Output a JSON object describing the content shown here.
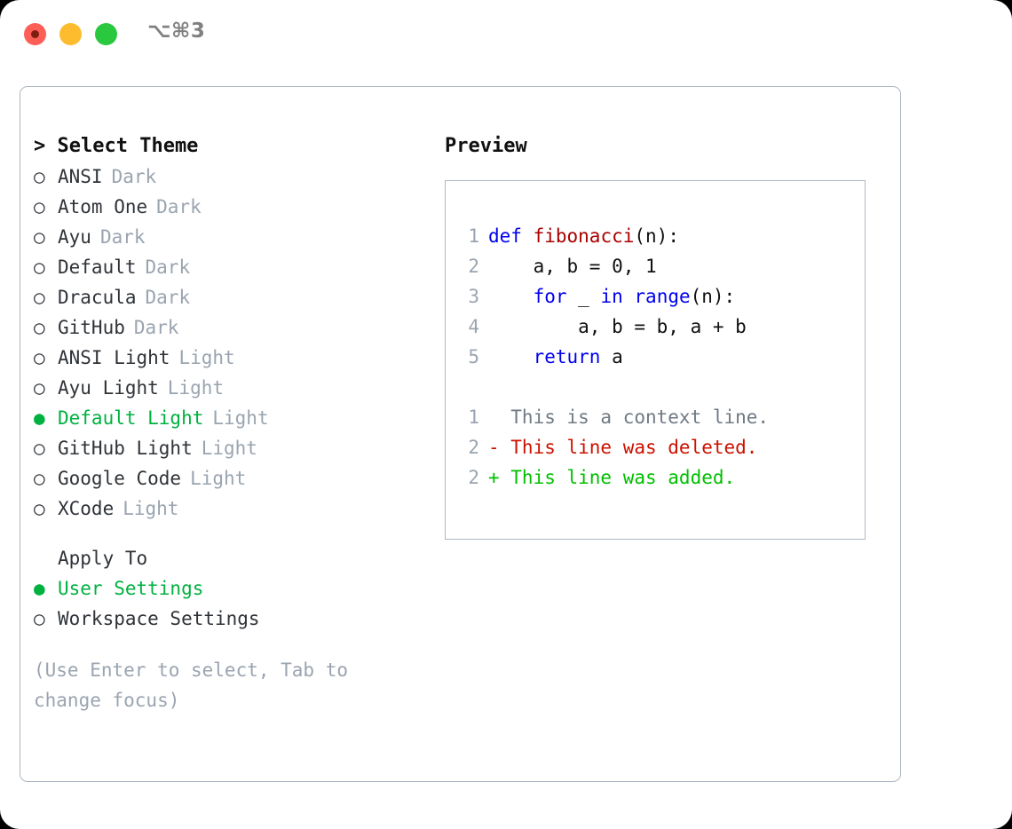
{
  "window": {
    "shortcut": "⌥⌘3",
    "traffic_lights": [
      {
        "name": "close",
        "color": "#fd5e57"
      },
      {
        "name": "minimize",
        "color": "#fcbc2e"
      },
      {
        "name": "zoom",
        "color": "#29c83f"
      }
    ]
  },
  "theme_picker": {
    "title": "> Select Theme",
    "selected_marker": "●",
    "unselected_marker": "○",
    "accent_color": "#00b140",
    "items": [
      {
        "marker": "○",
        "name": "ANSI",
        "kind": "Dark",
        "selected": false
      },
      {
        "marker": "○",
        "name": "Atom One",
        "kind": "Dark",
        "selected": false
      },
      {
        "marker": "○",
        "name": "Ayu",
        "kind": "Dark",
        "selected": false
      },
      {
        "marker": "○",
        "name": "Default",
        "kind": "Dark",
        "selected": false
      },
      {
        "marker": "○",
        "name": "Dracula",
        "kind": "Dark",
        "selected": false
      },
      {
        "marker": "○",
        "name": "GitHub",
        "kind": "Dark",
        "selected": false
      },
      {
        "marker": "○",
        "name": "ANSI Light",
        "kind": "Light",
        "selected": false
      },
      {
        "marker": "○",
        "name": "Ayu Light",
        "kind": "Light",
        "selected": false
      },
      {
        "marker": "●",
        "name": "Default Light",
        "kind": "Light",
        "selected": true
      },
      {
        "marker": "○",
        "name": "GitHub Light",
        "kind": "Light",
        "selected": false
      },
      {
        "marker": "○",
        "name": "Google Code",
        "kind": "Light",
        "selected": false
      },
      {
        "marker": "○",
        "name": "XCode",
        "kind": "Light",
        "selected": false
      }
    ]
  },
  "apply_to": {
    "title": "Apply To",
    "items": [
      {
        "marker": "●",
        "name": "User Settings",
        "selected": true
      },
      {
        "marker": "○",
        "name": "Workspace Settings",
        "selected": false
      }
    ]
  },
  "hint": "(Use Enter to select, Tab to change focus)",
  "preview": {
    "label": "Preview",
    "code_lines": [
      {
        "ln": "1",
        "tokens": [
          {
            "t": "def",
            "c": "kw"
          },
          {
            "t": " ",
            "c": "pl"
          },
          {
            "t": "fibonacci",
            "c": "fn"
          },
          {
            "t": "(n):",
            "c": "pl"
          }
        ]
      },
      {
        "ln": "2",
        "tokens": [
          {
            "t": "    a, b = 0, 1",
            "c": "pl"
          }
        ]
      },
      {
        "ln": "3",
        "tokens": [
          {
            "t": "    ",
            "c": "pl"
          },
          {
            "t": "for",
            "c": "kw"
          },
          {
            "t": " _ ",
            "c": "pl"
          },
          {
            "t": "in",
            "c": "kw"
          },
          {
            "t": " ",
            "c": "pl"
          },
          {
            "t": "range",
            "c": "kw"
          },
          {
            "t": "(n):",
            "c": "pl"
          }
        ]
      },
      {
        "ln": "4",
        "tokens": [
          {
            "t": "        a, b = b, a + b",
            "c": "pl"
          }
        ]
      },
      {
        "ln": "5",
        "tokens": [
          {
            "t": "    ",
            "c": "pl"
          },
          {
            "t": "return",
            "c": "kw"
          },
          {
            "t": " a",
            "c": "pl"
          }
        ]
      }
    ],
    "diff_lines": [
      {
        "ln": "1",
        "tokens": [
          {
            "t": "  This is a context line.",
            "c": "ctx"
          }
        ]
      },
      {
        "ln": "2",
        "tokens": [
          {
            "t": "- This line was deleted.",
            "c": "del"
          }
        ]
      },
      {
        "ln": "2",
        "tokens": [
          {
            "t": "+ This line was added.",
            "c": "add"
          }
        ]
      }
    ]
  }
}
